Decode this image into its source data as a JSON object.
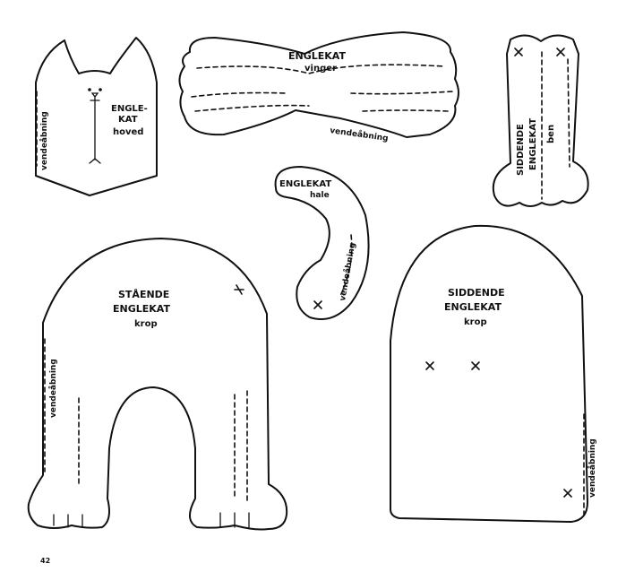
{
  "page_number": "42",
  "colors": {
    "ink": "#111111",
    "paper": "#ffffff"
  },
  "pieces": {
    "head": {
      "label_line1": "ENGLE-",
      "label_line2": "KAT",
      "label_line3": "hoved",
      "opening": "vendeåbning"
    },
    "wings": {
      "label_line1": "ENGLEKAT",
      "label_line2": "vinger",
      "opening": "vendeåbning"
    },
    "legs": {
      "label_line1": "SIDDENDE",
      "label_line2": "ENGLEKAT",
      "label_line3": "ben"
    },
    "tail": {
      "label_line1": "ENGLEKAT",
      "label_line2": "hale",
      "opening": "vendeåbning"
    },
    "standing_body": {
      "label_line1": "STÅENDE",
      "label_line2": "ENGLEKAT",
      "label_line3": "krop",
      "opening": "vendeåbning"
    },
    "sitting_body": {
      "label_line1": "SIDDENDE",
      "label_line2": "ENGLEKAT",
      "label_line3": "krop",
      "opening": "vendeåbning"
    }
  }
}
